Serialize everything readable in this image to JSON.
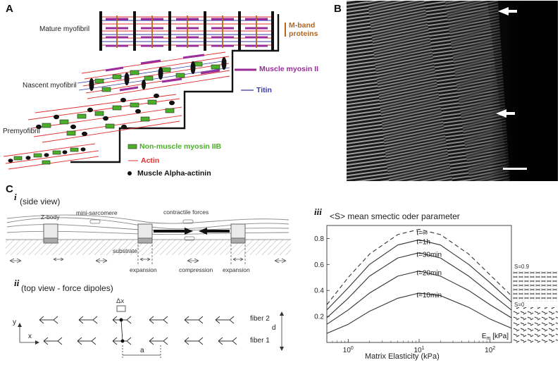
{
  "panelA": {
    "letter": "A",
    "stages": {
      "mature": "Mature myofibril",
      "nascent": "Nascent myofibril",
      "pre": "Premyofibril"
    },
    "legend": {
      "mband": "M-band proteins",
      "myosin2": "Muscle myosin II",
      "titin": "Titin",
      "nmmyosin": "Non-muscle myosin IIB",
      "actin": "Actin",
      "alphaactinin": "Muscle Alpha-actinin"
    },
    "colors": {
      "mband": "#b5651d",
      "myosin": "#9b2c9b",
      "titin": "#3a3aa8",
      "nm": "#4caf2a",
      "actin": "#e03030",
      "zline": "#111111"
    }
  },
  "panelB": {
    "letter": "B"
  },
  "panelC": {
    "letter": "C",
    "i": {
      "letter": "i",
      "title": "(side view)",
      "zbody": "Z-body",
      "minisarcomere": "mini-sarcomere",
      "forces": "contractile forces",
      "substrate": "substrate",
      "expansion": "expansion",
      "compression": "compression"
    },
    "ii": {
      "letter": "ii",
      "title": "(top view - force dipoles)",
      "fiber2": "fiber 2",
      "fiber1": "fiber 1",
      "dx": "Δx",
      "d": "d",
      "a": "a",
      "y": "y",
      "x": "x"
    },
    "iii": {
      "letter": "iii",
      "title": "<S> mean smectic oder parameter",
      "s09": "S=0.9",
      "s0": "S=0"
    }
  },
  "chart_data": {
    "type": "line",
    "title": "<S> mean smectic oder parameter",
    "xlabel": "Matrix Elasticity (kPa)",
    "ylabel": "",
    "x_scale": "log",
    "xlim": [
      0.5,
      200
    ],
    "ylim": [
      0,
      0.9
    ],
    "yticks": [
      0.2,
      0.4,
      0.6,
      0.8
    ],
    "xtick_labels": [
      "10^0",
      "10^1",
      "10^2"
    ],
    "annotation": "E_m [kPa]",
    "x": [
      0.5,
      1,
      2,
      5,
      10,
      20,
      50,
      100,
      200
    ],
    "series": [
      {
        "name": "t=∞",
        "dashed": true,
        "values": [
          0.29,
          0.5,
          0.68,
          0.83,
          0.87,
          0.83,
          0.68,
          0.52,
          0.36
        ]
      },
      {
        "name": "t=1h",
        "dashed": false,
        "values": [
          0.25,
          0.42,
          0.6,
          0.75,
          0.79,
          0.75,
          0.6,
          0.46,
          0.31
        ]
      },
      {
        "name": "t=30min",
        "dashed": false,
        "values": [
          0.19,
          0.34,
          0.51,
          0.65,
          0.69,
          0.65,
          0.51,
          0.38,
          0.25
        ]
      },
      {
        "name": "t=20min",
        "dashed": false,
        "values": [
          0.14,
          0.25,
          0.38,
          0.51,
          0.55,
          0.51,
          0.4,
          0.29,
          0.19
        ]
      },
      {
        "name": "t=10min",
        "dashed": false,
        "values": [
          0.07,
          0.14,
          0.24,
          0.34,
          0.38,
          0.36,
          0.27,
          0.18,
          0.11
        ]
      }
    ]
  }
}
